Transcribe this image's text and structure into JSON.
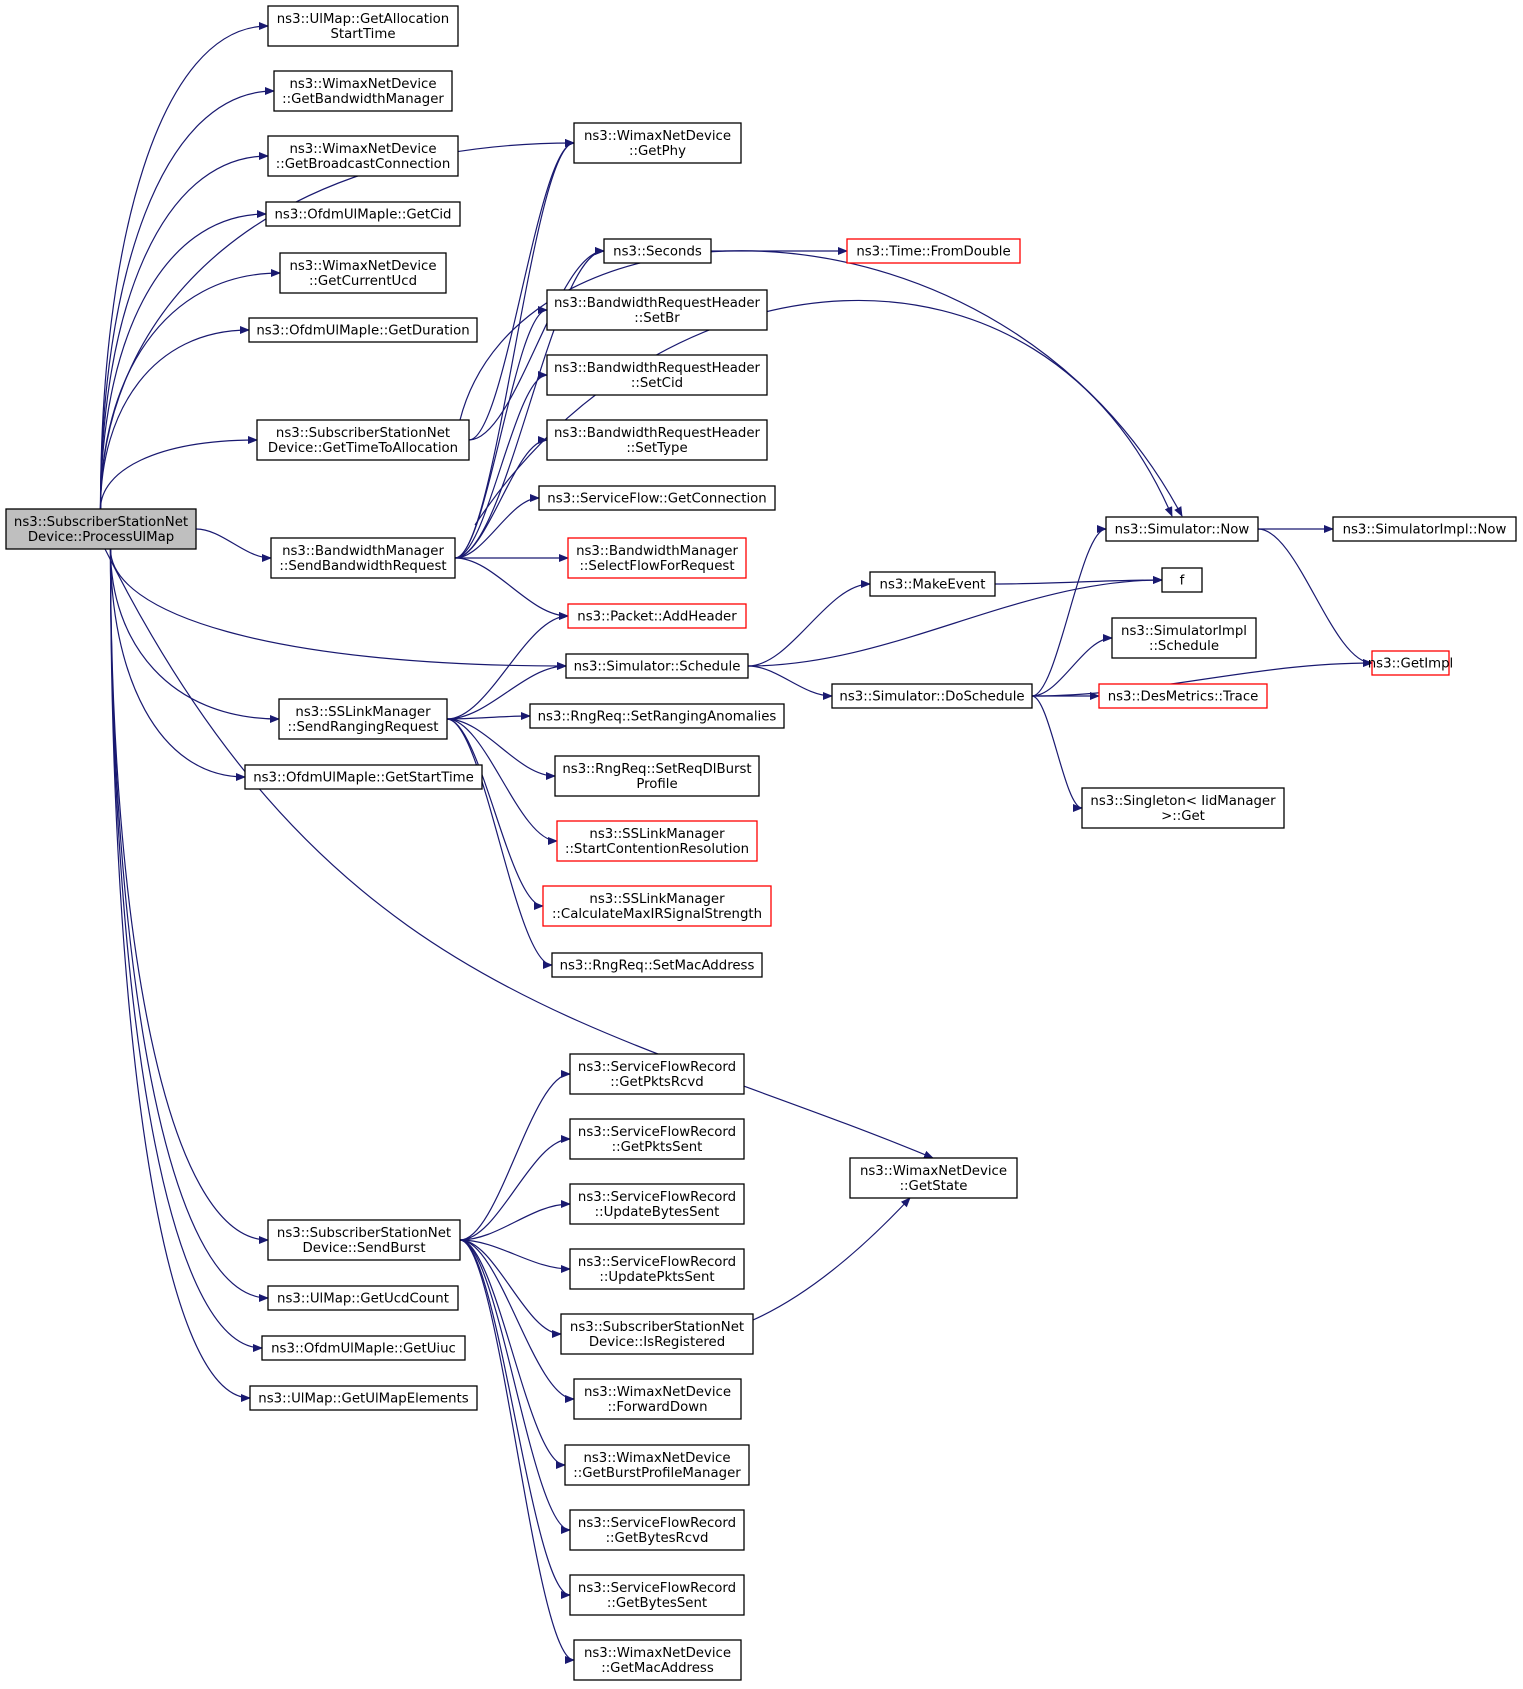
{
  "nodes": {
    "root": {
      "lines": [
        "ns3::SubscriberStationNet",
        "Device::ProcessUlMap"
      ],
      "style": "root"
    },
    "n_getalloc": {
      "lines": [
        "ns3::UlMap::GetAllocation",
        "StartTime"
      ]
    },
    "n_getbwmgr": {
      "lines": [
        "ns3::WimaxNetDevice",
        "::GetBandwidthManager"
      ]
    },
    "n_getbcast": {
      "lines": [
        "ns3::WimaxNetDevice",
        "::GetBroadcastConnection"
      ]
    },
    "n_getcid": {
      "lines": [
        "ns3::OfdmUlMapIe::GetCid"
      ]
    },
    "n_getucd": {
      "lines": [
        "ns3::WimaxNetDevice",
        "::GetCurrentUcd"
      ]
    },
    "n_getdur": {
      "lines": [
        "ns3::OfdmUlMapIe::GetDuration"
      ]
    },
    "n_timetoalloc": {
      "lines": [
        "ns3::SubscriberStationNet",
        "Device::GetTimeToAllocation"
      ]
    },
    "n_bwsend": {
      "lines": [
        "ns3::BandwidthManager",
        "::SendBandwidthRequest"
      ]
    },
    "n_sslink": {
      "lines": [
        "ns3::SSLinkManager",
        "::SendRangingRequest"
      ]
    },
    "n_getstart": {
      "lines": [
        "ns3::OfdmUlMapIe::GetStartTime"
      ]
    },
    "n_sendburst": {
      "lines": [
        "ns3::SubscriberStationNet",
        "Device::SendBurst"
      ]
    },
    "n_ucdcount": {
      "lines": [
        "ns3::UlMap::GetUcdCount"
      ]
    },
    "n_uiuc": {
      "lines": [
        "ns3::OfdmUlMapIe::GetUiuc"
      ]
    },
    "n_ulelems": {
      "lines": [
        "ns3::UlMap::GetUlMapElements"
      ]
    },
    "n_getphy": {
      "lines": [
        "ns3::WimaxNetDevice",
        "::GetPhy"
      ]
    },
    "n_seconds": {
      "lines": [
        "ns3::Seconds"
      ]
    },
    "n_fromdouble": {
      "lines": [
        "ns3::Time::FromDouble"
      ],
      "style": "red"
    },
    "n_setbr": {
      "lines": [
        "ns3::BandwidthRequestHeader",
        "::SetBr"
      ]
    },
    "n_setcid": {
      "lines": [
        "ns3::BandwidthRequestHeader",
        "::SetCid"
      ]
    },
    "n_settype": {
      "lines": [
        "ns3::BandwidthRequestHeader",
        "::SetType"
      ]
    },
    "n_getconn": {
      "lines": [
        "ns3::ServiceFlow::GetConnection"
      ]
    },
    "n_selectflow": {
      "lines": [
        "ns3::BandwidthManager",
        "::SelectFlowForRequest"
      ],
      "style": "red"
    },
    "n_addheader": {
      "lines": [
        "ns3::Packet::AddHeader"
      ],
      "style": "red"
    },
    "n_simschedule": {
      "lines": [
        "ns3::Simulator::Schedule"
      ]
    },
    "n_setranganom": {
      "lines": [
        "ns3::RngReq::SetRangingAnomalies"
      ]
    },
    "n_setreqdl": {
      "lines": [
        "ns3::RngReq::SetReqDlBurst",
        "Profile"
      ]
    },
    "n_startcont": {
      "lines": [
        "ns3::SSLinkManager",
        "::StartContentionResolution"
      ],
      "style": "red"
    },
    "n_calcmax": {
      "lines": [
        "ns3::SSLinkManager",
        "::CalculateMaxIRSignalStrength"
      ],
      "style": "red"
    },
    "n_setmac": {
      "lines": [
        "ns3::RngReq::SetMacAddress"
      ]
    },
    "n_pktsrcvd": {
      "lines": [
        "ns3::ServiceFlowRecord",
        "::GetPktsRcvd"
      ]
    },
    "n_pktssent": {
      "lines": [
        "ns3::ServiceFlowRecord",
        "::GetPktsSent"
      ]
    },
    "n_updbytes": {
      "lines": [
        "ns3::ServiceFlowRecord",
        "::UpdateBytesSent"
      ]
    },
    "n_updpkts": {
      "lines": [
        "ns3::ServiceFlowRecord",
        "::UpdatePktsSent"
      ]
    },
    "n_isreg": {
      "lines": [
        "ns3::SubscriberStationNet",
        "Device::IsRegistered"
      ]
    },
    "n_fwddown": {
      "lines": [
        "ns3::WimaxNetDevice",
        "::ForwardDown"
      ]
    },
    "n_burstprof": {
      "lines": [
        "ns3::WimaxNetDevice",
        "::GetBurstProfileManager"
      ]
    },
    "n_bytesrcvd": {
      "lines": [
        "ns3::ServiceFlowRecord",
        "::GetBytesRcvd"
      ]
    },
    "n_bytessent": {
      "lines": [
        "ns3::ServiceFlowRecord",
        "::GetBytesSent"
      ]
    },
    "n_getmac": {
      "lines": [
        "ns3::WimaxNetDevice",
        "::GetMacAddress"
      ]
    },
    "n_getstate": {
      "lines": [
        "ns3::WimaxNetDevice",
        "::GetState"
      ]
    },
    "n_makeevent": {
      "lines": [
        "ns3::MakeEvent"
      ]
    },
    "n_doschedule": {
      "lines": [
        "ns3::Simulator::DoSchedule"
      ]
    },
    "n_now": {
      "lines": [
        "ns3::Simulator::Now"
      ]
    },
    "n_f": {
      "lines": [
        "f"
      ]
    },
    "n_implsched": {
      "lines": [
        "ns3::SimulatorImpl",
        "::Schedule"
      ]
    },
    "n_desmetrics": {
      "lines": [
        "ns3::DesMetrics::Trace"
      ],
      "style": "red"
    },
    "n_singleton": {
      "lines": [
        "ns3::Singleton< IidManager",
        ">::Get"
      ]
    },
    "n_implnow": {
      "lines": [
        "ns3::SimulatorImpl::Now"
      ]
    },
    "n_getimpl": {
      "lines": [
        "ns3::GetImpl"
      ],
      "style": "red"
    }
  },
  "edges": [
    [
      "root",
      "n_getalloc"
    ],
    [
      "root",
      "n_getbwmgr"
    ],
    [
      "root",
      "n_getbcast"
    ],
    [
      "root",
      "n_getcid"
    ],
    [
      "root",
      "n_getucd"
    ],
    [
      "root",
      "n_getdur"
    ],
    [
      "root",
      "n_now"
    ],
    [
      "root",
      "n_timetoalloc"
    ],
    [
      "root",
      "n_getphy"
    ],
    [
      "root",
      "n_bwsend"
    ],
    [
      "root",
      "n_simschedule"
    ],
    [
      "root",
      "n_sslink"
    ],
    [
      "root",
      "n_getstart"
    ],
    [
      "root",
      "n_getstate"
    ],
    [
      "root",
      "n_sendburst"
    ],
    [
      "root",
      "n_ucdcount"
    ],
    [
      "root",
      "n_uiuc"
    ],
    [
      "root",
      "n_ulelems"
    ],
    [
      "n_timetoalloc",
      "n_getphy"
    ],
    [
      "n_timetoalloc",
      "n_seconds"
    ],
    [
      "n_timetoalloc",
      "n_now"
    ],
    [
      "n_seconds",
      "n_fromdouble"
    ],
    [
      "n_bwsend",
      "n_getphy"
    ],
    [
      "n_bwsend",
      "n_seconds"
    ],
    [
      "n_bwsend",
      "n_setbr"
    ],
    [
      "n_bwsend",
      "n_setcid"
    ],
    [
      "n_bwsend",
      "n_settype"
    ],
    [
      "n_bwsend",
      "n_getconn"
    ],
    [
      "n_bwsend",
      "n_selectflow"
    ],
    [
      "n_bwsend",
      "n_addheader"
    ],
    [
      "n_sslink",
      "n_addheader"
    ],
    [
      "n_sslink",
      "n_simschedule"
    ],
    [
      "n_sslink",
      "n_setranganom"
    ],
    [
      "n_sslink",
      "n_setreqdl"
    ],
    [
      "n_sslink",
      "n_startcont"
    ],
    [
      "n_sslink",
      "n_calcmax"
    ],
    [
      "n_sslink",
      "n_setmac"
    ],
    [
      "n_simschedule",
      "n_makeevent"
    ],
    [
      "n_simschedule",
      "n_f"
    ],
    [
      "n_simschedule",
      "n_doschedule"
    ],
    [
      "n_makeevent",
      "n_f"
    ],
    [
      "n_doschedule",
      "n_now"
    ],
    [
      "n_doschedule",
      "n_implsched"
    ],
    [
      "n_doschedule",
      "n_desmetrics"
    ],
    [
      "n_doschedule",
      "n_getimpl"
    ],
    [
      "n_doschedule",
      "n_singleton"
    ],
    [
      "n_now",
      "n_implnow"
    ],
    [
      "n_now",
      "n_getimpl"
    ],
    [
      "n_sendburst",
      "n_pktsrcvd"
    ],
    [
      "n_sendburst",
      "n_pktssent"
    ],
    [
      "n_sendburst",
      "n_updbytes"
    ],
    [
      "n_sendburst",
      "n_updpkts"
    ],
    [
      "n_sendburst",
      "n_isreg"
    ],
    [
      "n_sendburst",
      "n_fwddown"
    ],
    [
      "n_sendburst",
      "n_burstprof"
    ],
    [
      "n_sendburst",
      "n_bytesrcvd"
    ],
    [
      "n_sendburst",
      "n_bytessent"
    ],
    [
      "n_sendburst",
      "n_getmac"
    ],
    [
      "n_isreg",
      "n_getstate"
    ]
  ],
  "colors": {
    "edge": "#191970",
    "root_fill": "#bfbfbf",
    "red_border": "#ff0000"
  }
}
